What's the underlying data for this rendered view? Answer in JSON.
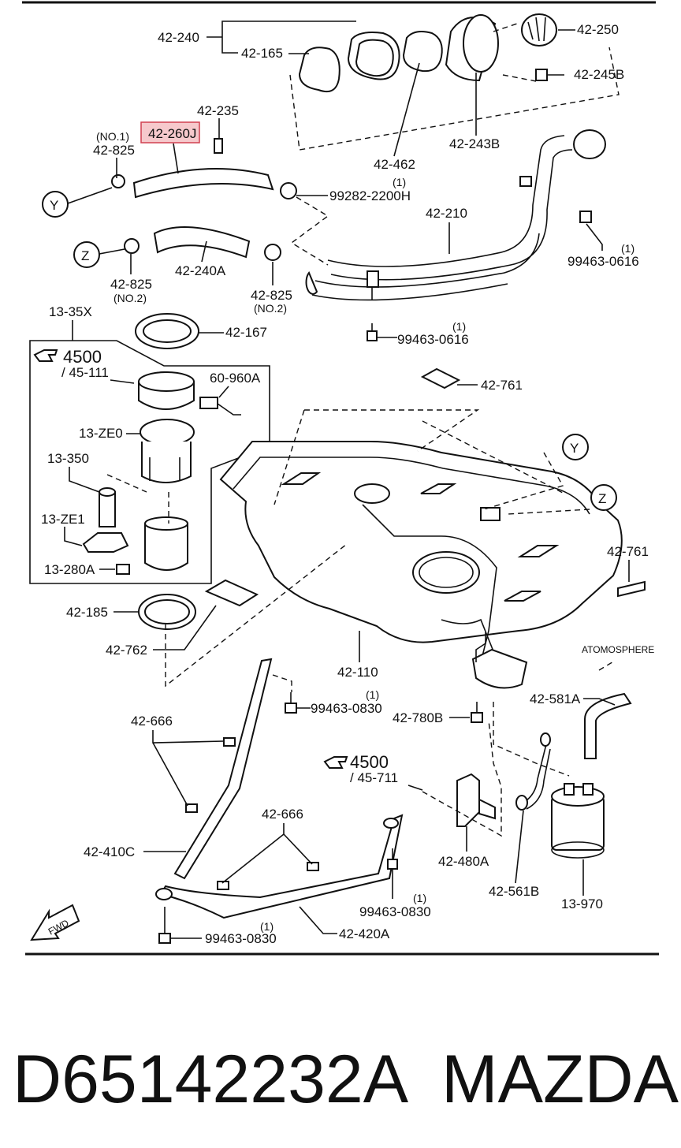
{
  "labels": {
    "l42_240": "42-240",
    "l42_165": "42-165",
    "l42_250": "42-250",
    "l42_245B": "42-245B",
    "l42_235": "42-235",
    "l42_260J": "42-260J",
    "no1": "(NO.1)",
    "l42_825a": "42-825",
    "l42_462": "42-462",
    "l42_243B": "42-243B",
    "one_a": "(1)",
    "l99282": "99282-2200H",
    "l42_210": "42-210",
    "one_b": "(1)",
    "l99463a": "99463-0616",
    "l42_825b": "42-825",
    "no2a": "(NO.2)",
    "l42_240A": "42-240A",
    "l42_825c": "42-825",
    "no2b": "(NO.2)",
    "l13_35X": "13-35X",
    "l42_167": "42-167",
    "one_c": "(1)",
    "l99463b": "99463-0616",
    "ref4500a": "4500",
    "ref45_111": "/ 45-111",
    "l60_960A": "60-960A",
    "l42_761a": "42-761",
    "l13_ZE0": "13-ZE0",
    "l13_350": "13-350",
    "l13_ZE1": "13-ZE1",
    "l13_280A": "13-280A",
    "l42_761b": "42-761",
    "l42_185": "42-185",
    "l42_762": "42-762",
    "l42_110": "42-110",
    "atmosphere": "ATOMOSPHERE",
    "one_d": "(1)",
    "l99463c": "99463-0830",
    "l42_780B": "42-780B",
    "l42_581A": "42-581A",
    "l42_666a": "42-666",
    "ref4500b": "4500",
    "ref45_711": "/ 45-711",
    "l42_666b": "42-666",
    "l42_410C": "42-410C",
    "l42_480A": "42-480A",
    "l42_561B": "42-561B",
    "l13_970": "13-970",
    "one_e": "(1)",
    "l99463d": "99463-0830",
    "one_f": "(1)",
    "l99463e": "99463-0830",
    "l42_420A": "42-420A",
    "y1": "Y",
    "y2": "Y",
    "z1": "Z",
    "z2": "Z",
    "fwd": "FWD"
  },
  "footer": {
    "part_number": "D65142232A",
    "brand": "MAZDA"
  },
  "colors": {
    "highlight_fill": "#f6c9cc",
    "highlight_stroke": "#d04050",
    "ink": "#111111"
  }
}
